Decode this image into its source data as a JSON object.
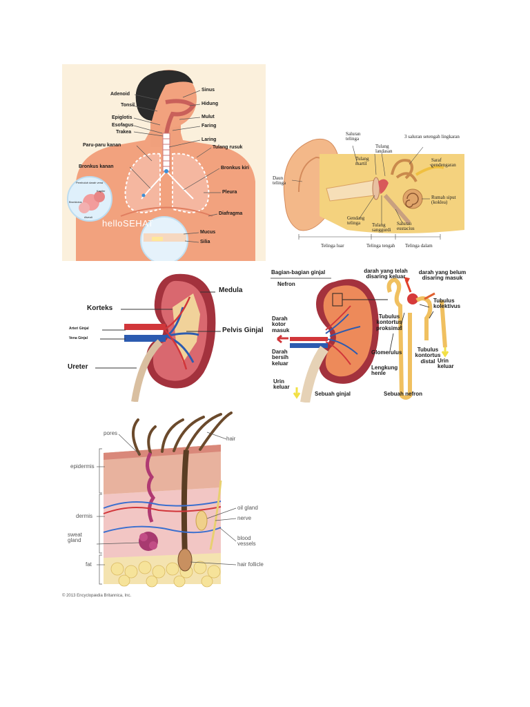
{
  "respiratory": {
    "labels": {
      "adenoid": "Adenoid",
      "tonsil": "Tonsil",
      "epiglotis": "Epiglotis",
      "esofagus": "Esofagus",
      "trakea": "Trakea",
      "paru_kanan": "Paru-paru kanan",
      "bronkus_kanan": "Bronkus kanan",
      "sinus": "Sinus",
      "hidung": "Hidung",
      "mulut": "Mulut",
      "faring": "Faring",
      "laring": "Laring",
      "tulang_rusuk": "Tulang rusuk",
      "bronkus_kiri": "Bronkus kiri",
      "pleura": "Pleura",
      "diafragma": "Diafragma",
      "mucus": "Mucus",
      "silia": "Silia",
      "inset_a": "Pembuluh darah vena",
      "inset_b": "Kapiler",
      "inset_c": "Bronkiolus",
      "inset_d": "Alveoli"
    },
    "watermark": "helloSEHAT",
    "colors": {
      "body": "#f2a27e",
      "lung": "#f5b7a0",
      "hair": "#2b2b2b",
      "bg": "#fbf0dc"
    }
  },
  "ear": {
    "labels": {
      "saluran_telinga": "Saluran telinga",
      "tulang_martil": "Tulang martil",
      "tulang_landasan": "Tulang landasan",
      "saluran_setengah": "3 saluran setengah lingkaran",
      "saraf": "Saraf pendengaran",
      "rumah_siput": "Rumah siput (koklea)",
      "daun_telinga": "Daun telinga",
      "gendang": "Gendang telinga",
      "sanggurdi": "Tulang sanggurdi",
      "eustacius": "Saluran eustacius",
      "telinga_luar": "Telinga luar",
      "telinga_tengah": "Telinga tengah",
      "telinga_dalam": "Telinga dalam"
    }
  },
  "kidney1": {
    "labels": {
      "medula": "Medula",
      "korteks": "Korteks",
      "arteri": "Arteri Ginjal",
      "vena": "Vena Ginjal",
      "pelvis": "Pelvis Ginjal",
      "ureter": "Ureter"
    }
  },
  "kidney2": {
    "labels": {
      "title": "Bagian-bagian ginjal",
      "nefron": "Nefron",
      "darah_disaring": "darah yang telah disaring keluar",
      "darah_belum": "darah yang belum disaring masuk",
      "darah_kotor": "Darah kotor masuk",
      "tubulus_proksimal": "Tubulus kontortus proksimal",
      "tubulus_kolektivus": "Tubulus kolektivus",
      "darah_bersih": "Darah bersih keluar",
      "glomerulus": "Glomerulus",
      "tubulus_distal": "Tubulus kontortus distal",
      "lengkung": "Lengkung henle",
      "urin_keluar_left": "Urin keluar",
      "urin_keluar_right": "Urin keluar",
      "sebuah_ginjal": "Sebuah ginjal",
      "sebuah_nefron": "Sebuah nefron"
    }
  },
  "skin": {
    "labels": {
      "pores": "pores",
      "hair": "hair",
      "epidermis": "epidermis",
      "dermis": "dermis",
      "sweat_gland": "sweat gland",
      "fat": "fat",
      "oil_gland": "oil gland",
      "nerve": "nerve",
      "blood_vessels": "blood vessels",
      "hair_follicle": "hair follicle"
    },
    "copyright": "© 2013 Encyclopædia Britannica, Inc."
  }
}
